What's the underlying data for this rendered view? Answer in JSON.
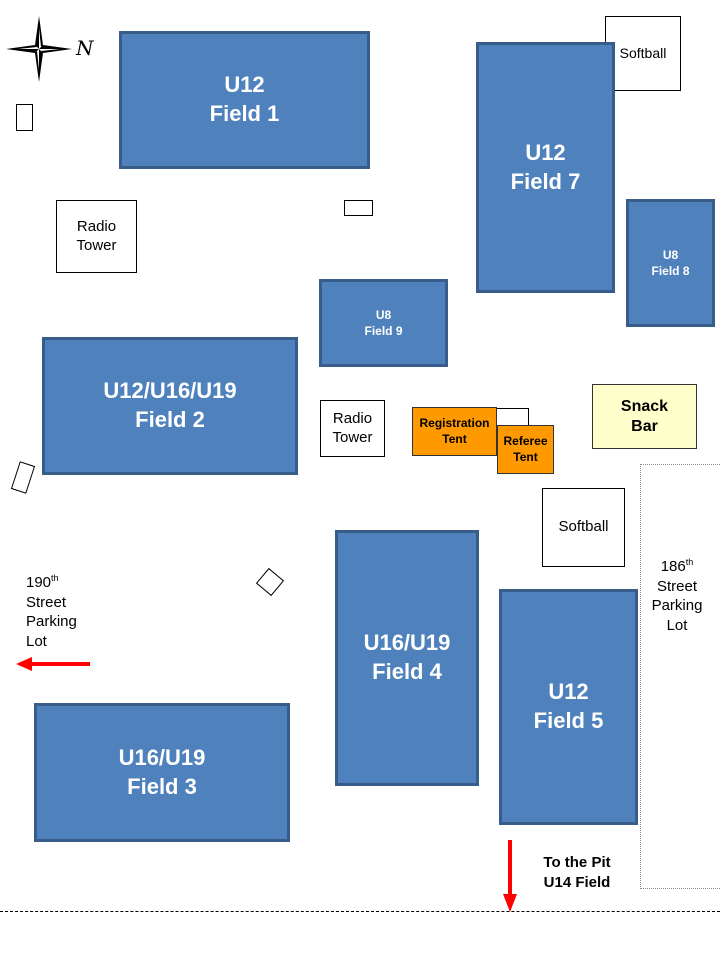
{
  "map": {
    "compass_label": "N",
    "fields": {
      "field1": {
        "age": "U12",
        "name": "Field 1"
      },
      "field2": {
        "age": "U12/U16/U19",
        "name": "Field 2"
      },
      "field3": {
        "age": "U16/U19",
        "name": "Field 3"
      },
      "field4": {
        "age": "U16/U19",
        "name": "Field 4"
      },
      "field5": {
        "age": "U12",
        "name": "Field 5"
      },
      "field7": {
        "age": "U12",
        "name": "Field 7"
      },
      "field8": {
        "age": "U8",
        "name": "Field 8"
      },
      "field9": {
        "age": "U8",
        "name": "Field 9"
      }
    },
    "softball_top": "Softball",
    "softball_mid": "Softball",
    "radio_tower_1": {
      "line1": "Radio",
      "line2": "Tower"
    },
    "radio_tower_2": {
      "line1": "Radio",
      "line2": "Tower"
    },
    "registration_tent": {
      "line1": "Registration",
      "line2": "Tent"
    },
    "referee_tent": {
      "line1": "Referee",
      "line2": "Tent"
    },
    "snack_bar": {
      "line1": "Snack",
      "line2": "Bar"
    },
    "lot_190": {
      "number": "190",
      "suffix": "th",
      "line2": "Street",
      "line3": "Parking",
      "line4": "Lot"
    },
    "lot_186": {
      "number": "186",
      "suffix": "th",
      "line2": "Street",
      "line3": "Parking",
      "line4": "Lot"
    },
    "to_pit": {
      "line1": "To the Pit",
      "line2": "U14 Field"
    },
    "colors": {
      "field_fill": "#4f81bd",
      "field_border": "#385d8a",
      "tent": "#ff9900",
      "snack_bar": "#ffffcc",
      "arrow": "#ff0000"
    }
  }
}
